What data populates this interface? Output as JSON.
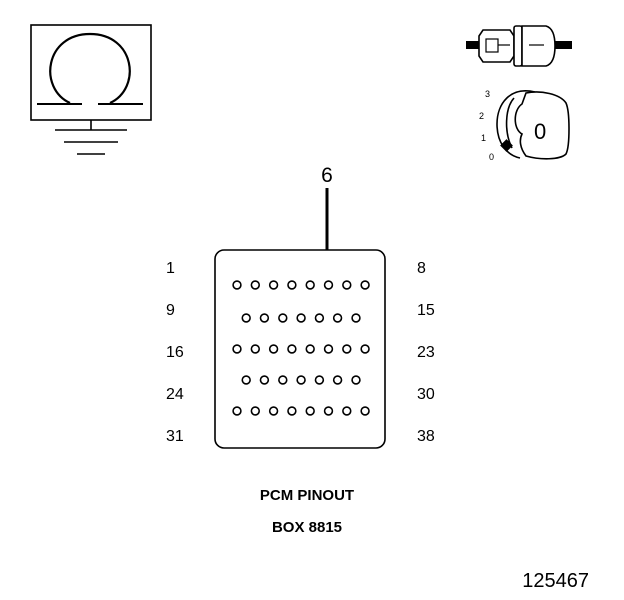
{
  "diagram": {
    "meter_symbol": "ohm-icon",
    "ground_symbol": "ground-icon",
    "connector_icon": "connector-icon",
    "key_switch": {
      "icon": "ignition-key-icon",
      "positions": [
        "3",
        "2",
        "1",
        "0"
      ],
      "key_label": "0"
    },
    "probe_pin": "6",
    "pin_row_labels_left": [
      "1",
      "9",
      "16",
      "24",
      "31"
    ],
    "pin_row_labels_right": [
      "8",
      "15",
      "23",
      "30",
      "38"
    ],
    "pin_rows": [
      8,
      7,
      8,
      7,
      8
    ],
    "caption_line1": "PCM PINOUT",
    "caption_line2": "BOX 8815",
    "figure_number": "125467"
  }
}
